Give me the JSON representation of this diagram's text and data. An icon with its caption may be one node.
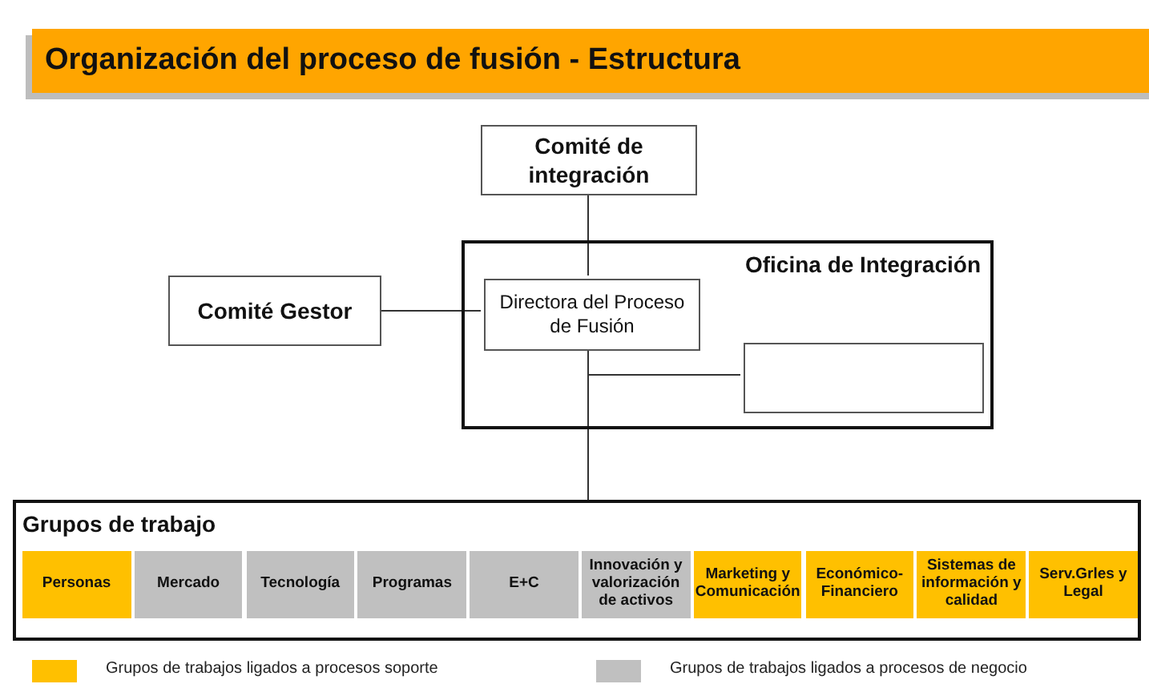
{
  "diagram": {
    "title": "Organización del proceso de fusión - Estructura",
    "nodes": [
      {
        "text": [
          "Comité de integración"
        ]
      },
      {
        "text": [
          "Oficina de Integración"
        ]
      },
      {
        "text": [
          "Directora del Proceso de Fusión"
        ],
        "in": 1
      },
      {
        "text": [],
        "shape": "box",
        "in": 1
      },
      {
        "text": [
          "Comité Gestor"
        ]
      },
      {
        "text": [
          "Grupos de trabajo"
        ]
      },
      {
        "text": [
          "Personas"
        ],
        "in": 5
      },
      {
        "text": [
          "Mercado"
        ],
        "in": 5
      },
      {
        "text": [
          "Tecnología"
        ],
        "in": 5
      },
      {
        "text": [
          "Programas"
        ],
        "in": 5
      },
      {
        "text": [
          "E+C"
        ],
        "in": 5
      },
      {
        "text": [
          "Innovación y valorización de activos"
        ],
        "in": 5
      },
      {
        "text": [
          "Marketing y Comunicación"
        ],
        "in": 5
      },
      {
        "text": [
          "Económico-Financiero"
        ],
        "in": 5
      },
      {
        "text": [
          "Sistemas de información y calidad"
        ],
        "in": 5
      },
      {
        "text": [
          "Serv.Grles y Legal"
        ],
        "in": 5
      }
    ],
    "edges": [
      {
        "from": 0,
        "to": 2,
        "arrow": "none"
      },
      {
        "from": 4,
        "to": 2,
        "arrow": "none"
      },
      {
        "from": 2,
        "to": 3,
        "arrow": "none"
      },
      {
        "from": 2,
        "to": 5,
        "arrow": "none"
      }
    ],
    "legend": [
      {
        "text": "Grupos de trabajos ligados a procesos soporte",
        "color": "#ffc000"
      },
      {
        "text": "Grupos de trabajos ligados a procesos de negocio",
        "color": "#c0c0c0"
      }
    ]
  }
}
